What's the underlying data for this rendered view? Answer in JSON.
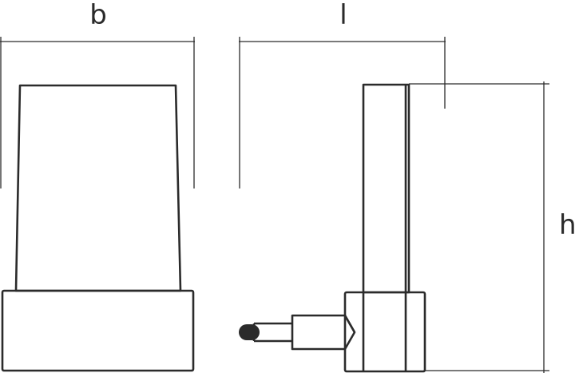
{
  "labels": {
    "width": "b",
    "length": "l",
    "height": "h"
  },
  "colors": {
    "line": "#2b2b2b",
    "background": "#ffffff"
  }
}
